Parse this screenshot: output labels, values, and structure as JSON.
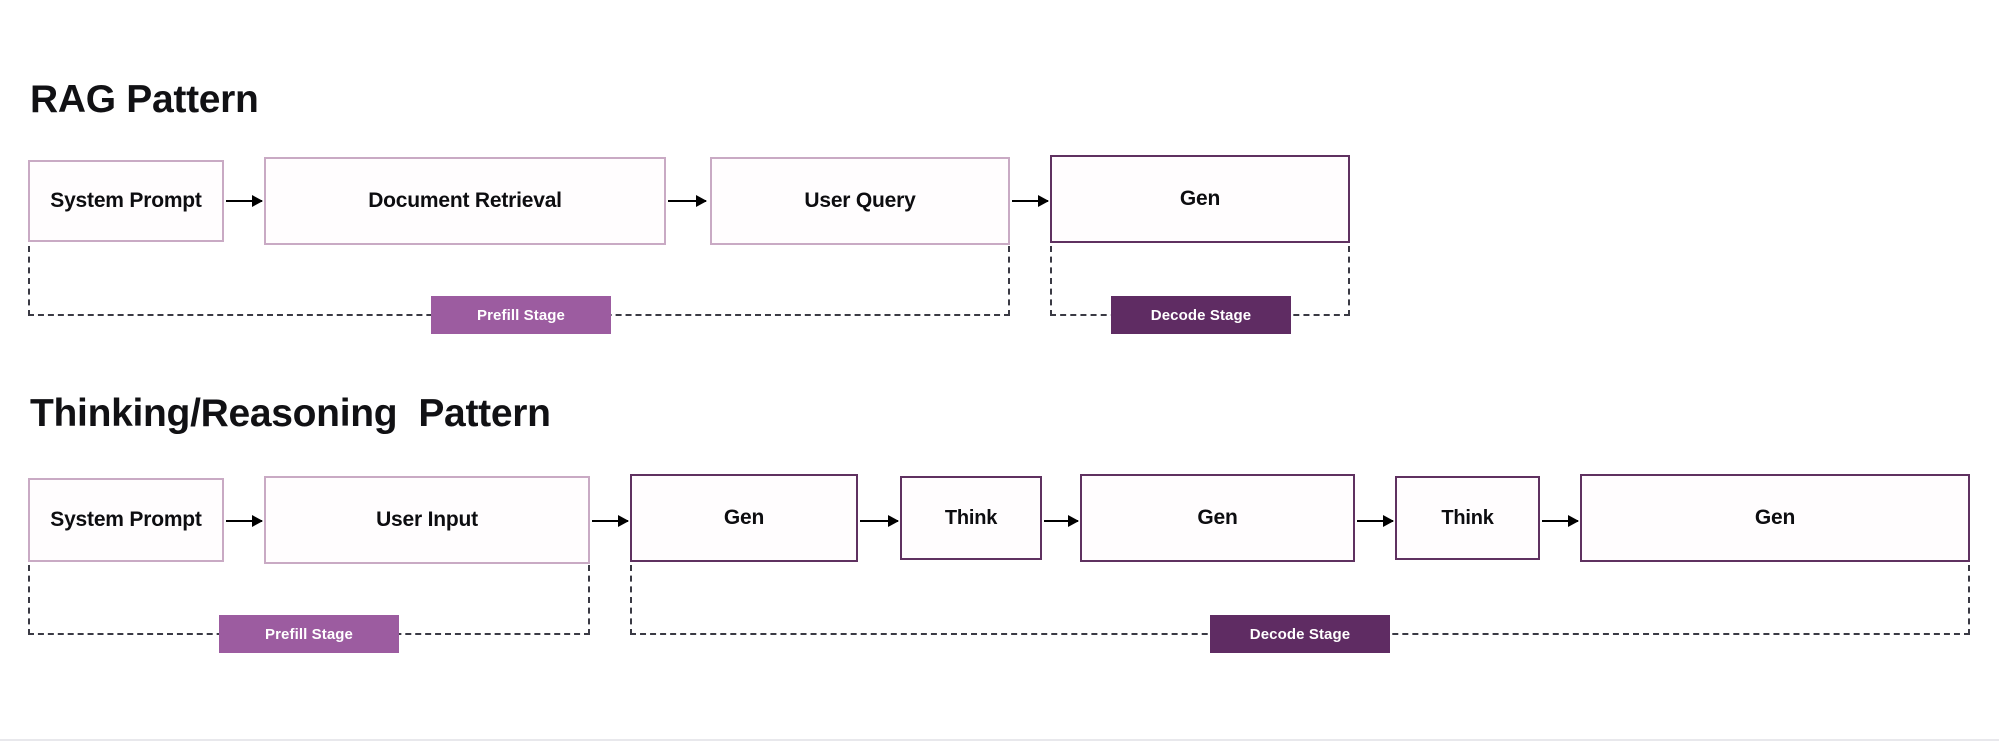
{
  "diagram": {
    "background": "#ffffff",
    "colors": {
      "box_border_light": "#c9aac4",
      "box_border_dark": "#5f3160",
      "prefill_badge": "#9c5ca0",
      "decode_badge": "#5f2c63",
      "arrow": "#000000",
      "bracket": "#3a3a44",
      "text": "#111114"
    },
    "sections": [
      {
        "id": "rag",
        "title": "RAG Pattern",
        "nodes": [
          {
            "label": "System Prompt",
            "emphasis": "light"
          },
          {
            "label": "Document Retrieval",
            "emphasis": "light"
          },
          {
            "label": "User Query",
            "emphasis": "light"
          },
          {
            "label": "Gen",
            "emphasis": "dark"
          }
        ],
        "stages": [
          {
            "label": "Prefill Stage",
            "kind": "prefill",
            "covers": [
              "System Prompt",
              "Document Retrieval",
              "User Query"
            ]
          },
          {
            "label": "Decode Stage",
            "kind": "decode",
            "covers": [
              "Gen"
            ]
          }
        ]
      },
      {
        "id": "thinking",
        "title": "Thinking/Reasoning  Pattern",
        "nodes": [
          {
            "label": "System Prompt",
            "emphasis": "light"
          },
          {
            "label": "User Input",
            "emphasis": "light"
          },
          {
            "label": "Gen",
            "emphasis": "dark"
          },
          {
            "label": "Think",
            "emphasis": "dark"
          },
          {
            "label": "Gen",
            "emphasis": "dark"
          },
          {
            "label": "Think",
            "emphasis": "dark"
          },
          {
            "label": "Gen",
            "emphasis": "dark"
          }
        ],
        "stages": [
          {
            "label": "Prefill Stage",
            "kind": "prefill",
            "covers": [
              "System Prompt",
              "User Input"
            ]
          },
          {
            "label": "Decode Stage",
            "kind": "decode",
            "covers": [
              "Gen",
              "Think",
              "Gen",
              "Think",
              "Gen"
            ]
          }
        ]
      }
    ]
  }
}
